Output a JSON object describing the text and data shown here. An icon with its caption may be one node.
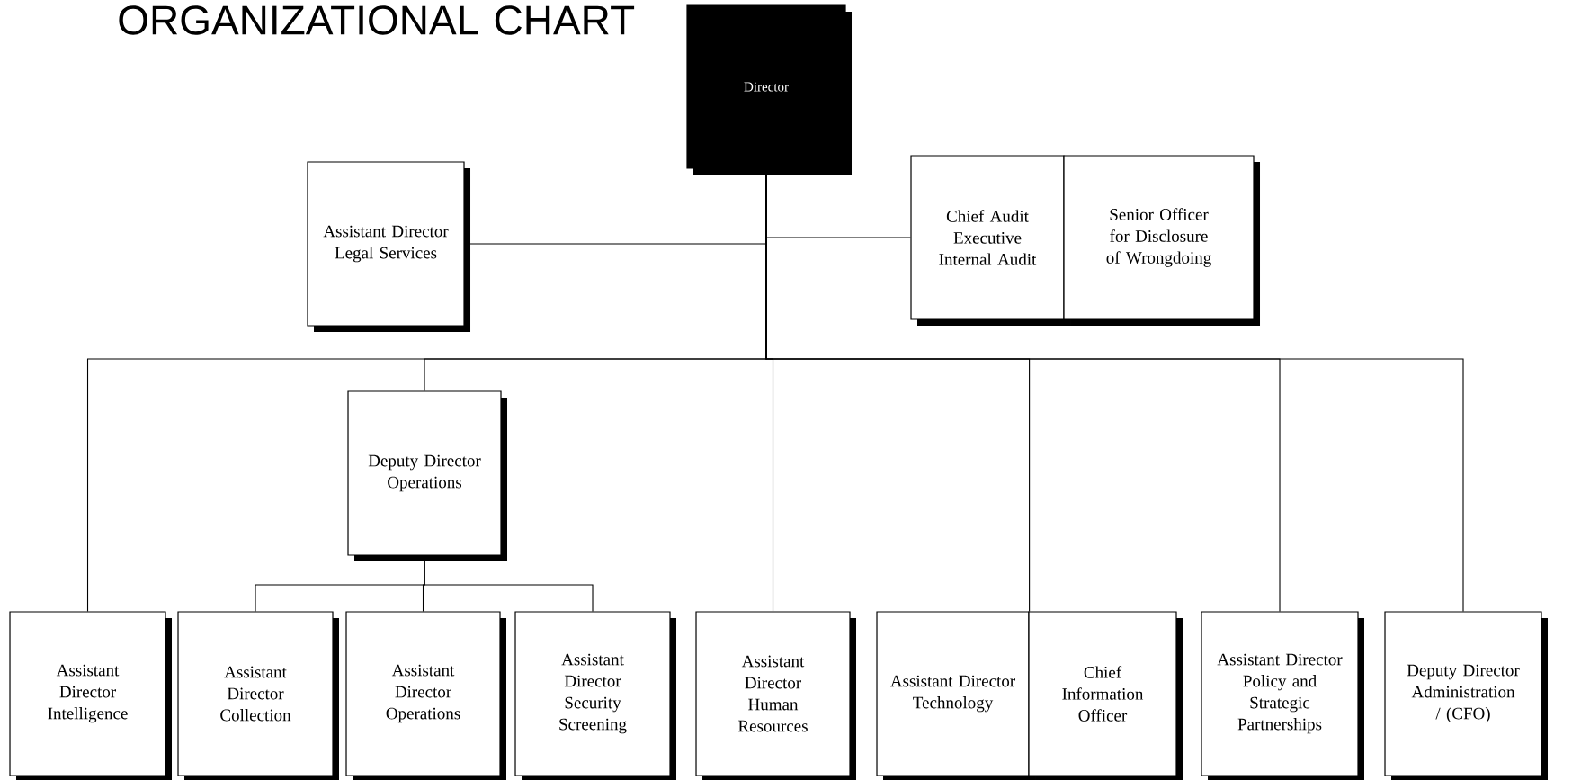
{
  "diagram": {
    "title": "ORGANIZATIONAL CHART",
    "nodes": [
      {
        "text": [
          "Director"
        ]
      },
      {
        "text": [
          "Assistant Director Legal Services"
        ]
      },
      {
        "text": [
          "Chief Audit Executive Internal Audit"
        ]
      },
      {
        "text": [
          "Senior Officer for Disclosure of Wrongdoing"
        ]
      },
      {
        "text": [
          "Deputy Director Operations"
        ]
      },
      {
        "text": [
          "Assistant Director Intelligence"
        ]
      },
      {
        "text": [
          "Assistant Director Collection"
        ]
      },
      {
        "text": [
          "Assistant Director Operations"
        ]
      },
      {
        "text": [
          "Assistant Director Security Screening"
        ]
      },
      {
        "text": [
          "Assistant Director Human Resources"
        ]
      },
      {
        "text": [
          "Assistant Director Technology"
        ]
      },
      {
        "text": [
          "Chief Information Officer"
        ]
      },
      {
        "text": [
          "Assistant Director Policy and Strategic Partnerships"
        ]
      },
      {
        "text": [
          "Deputy Director Administration / (CFO)"
        ]
      }
    ],
    "edges": [
      {
        "from": 0,
        "to": 1,
        "arrow": "none"
      },
      {
        "from": 0,
        "to": 2,
        "arrow": "none"
      },
      {
        "from": 0,
        "to": 5,
        "arrow": "none"
      },
      {
        "from": 0,
        "to": 4,
        "arrow": "none"
      },
      {
        "from": 0,
        "to": 9,
        "arrow": "none"
      },
      {
        "from": 0,
        "to": 10,
        "arrow": "none"
      },
      {
        "from": 0,
        "to": 12,
        "arrow": "none"
      },
      {
        "from": 0,
        "to": 13,
        "arrow": "none"
      },
      {
        "from": 4,
        "to": 6,
        "arrow": "none"
      },
      {
        "from": 4,
        "to": 7,
        "arrow": "none"
      },
      {
        "from": 4,
        "to": 8,
        "arrow": "none"
      }
    ]
  }
}
